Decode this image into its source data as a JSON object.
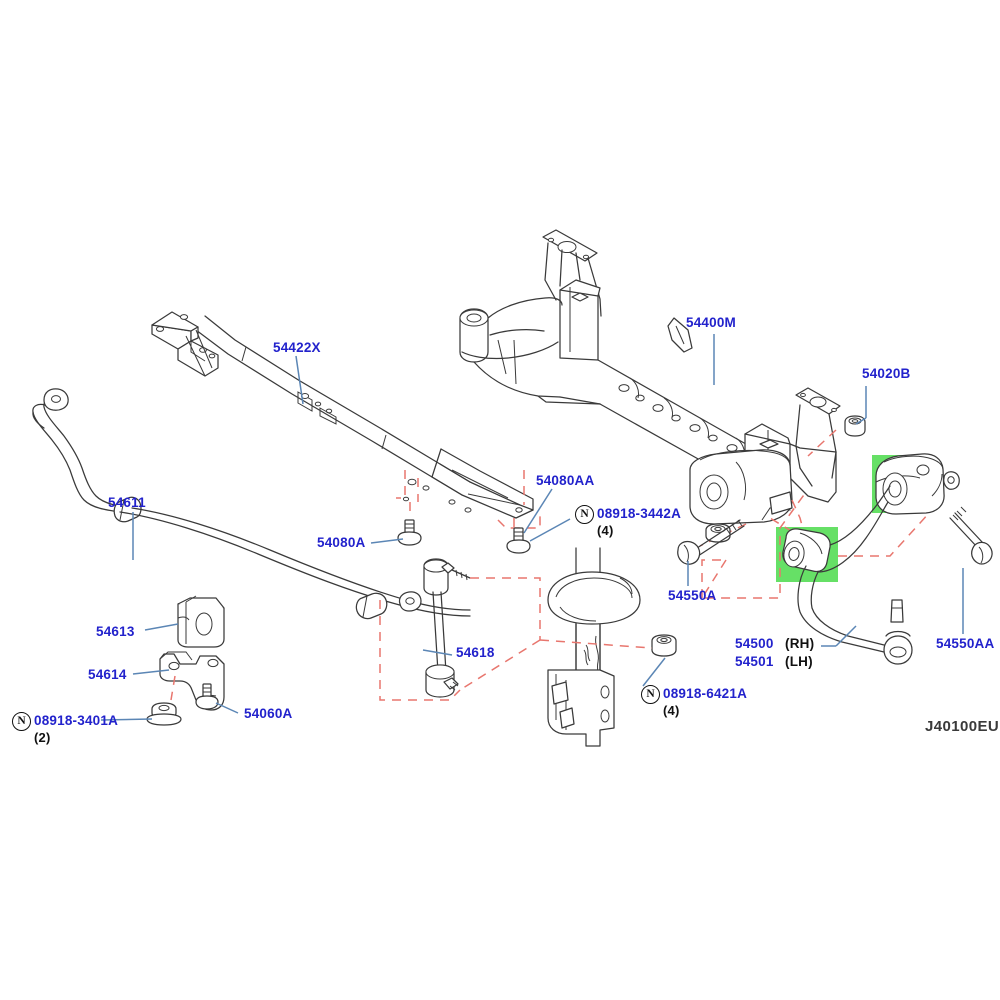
{
  "diagram": {
    "id_code": "J40100EU",
    "background": "#ffffff",
    "label_color": "#2222cc",
    "highlight_color": "#66e066",
    "leader_color": "#4a7fb5",
    "dashed_color": "#e8766e",
    "outline_color": "#3a3a3a"
  },
  "labels": {
    "front_suspension_member_bar": "54422X",
    "stabilizer_bar": "54611",
    "stabilizer_bushing": "54613",
    "stabilizer_clamp": "54614",
    "clamp_bolt": "54060A",
    "clamp_nut_code": "08918-3401A",
    "clamp_nut_qty": "(2)",
    "member_bolt_left": "54080A",
    "member_bolt_right": "54080AA",
    "member_nut_code": "08918-3442A",
    "member_nut_qty": "(4)",
    "suspension_member": "54400M",
    "member_nut_rear": "54020B",
    "connecting_rod": "54618",
    "strut_nut_code": "08918-6421A",
    "strut_nut_qty": "(4)",
    "link_bolt_front": "54550A",
    "link_bolt_rear": "54550AA",
    "transverse_link_rh": "54500",
    "transverse_link_rh_side": "(RH)",
    "transverse_link_lh": "54501",
    "transverse_link_lh_side": "(LH)",
    "n_mark": "N"
  }
}
